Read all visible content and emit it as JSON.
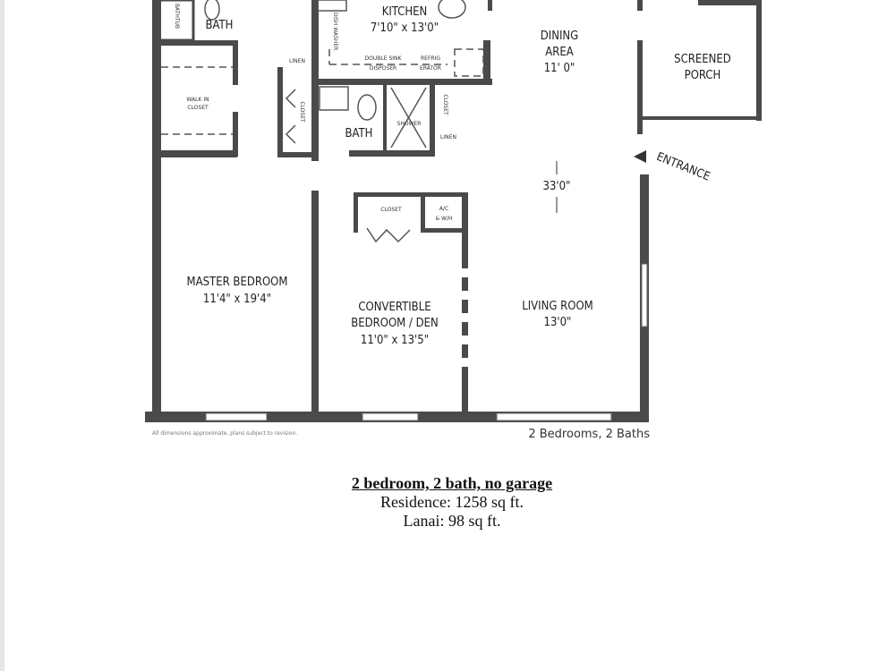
{
  "plan": {
    "rooms": {
      "bath1": "BATH",
      "bathtub": "BATHTUB",
      "kitchen": "KITCHEN",
      "kitchen_dim": "7'10\" x 13'0\"",
      "dining": "DINING",
      "dining2": "AREA",
      "dining_dim": "11' 0\"",
      "porch": "SCREENED",
      "porch2": "PORCH",
      "walkin": "WALK IN",
      "walkin2": "CLOSET",
      "linen1": "LINEN",
      "closet_hall": "CLOSET",
      "bath2": "BATH",
      "shower": "SHOWER",
      "closet2": "CLOSET",
      "linen2": "LINEN",
      "dishwasher": "DISH WASHER",
      "double_sink": "DOUBLE SINK",
      "disposer": "DISPOSER",
      "refrig": "REFRIG",
      "erator": "ERATOR",
      "entrance": "ENTRANCE",
      "depth": "33'0\"",
      "closet3": "CLOSET",
      "ac": "A/C",
      "wh": "& W/H",
      "master": "MASTER BEDROOM",
      "master_dim": "11'4\" x 19'4\"",
      "conv": "CONVERTIBLE",
      "conv2": "BEDROOM / DEN",
      "conv_dim": "11'0\" x 13'5\"",
      "living": "LIVING ROOM",
      "living_dim": "13'0\""
    },
    "disclaimer": "All dimensions approximate, plans subject to revision.",
    "summary": "2 Bedrooms, 2 Baths"
  },
  "caption": {
    "title": "2 bedroom, 2 bath, no garage",
    "residence": "Residence: 1258 sq ft.",
    "lanai": "Lanai: 98 sq ft."
  }
}
